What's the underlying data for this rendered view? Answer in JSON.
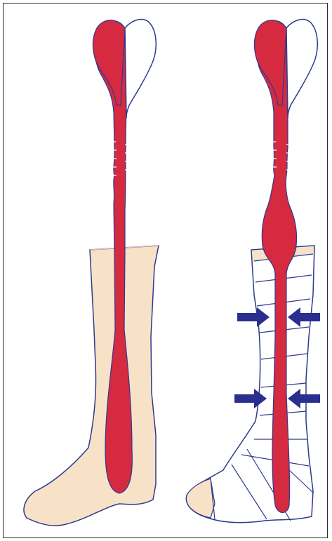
{
  "colors": {
    "skin": "#f7e2c8",
    "vein": "#d62a40",
    "outline": "#2e3a8c",
    "arrow": "#2a2f8f",
    "frame": "#2b2b2b",
    "background": "#ffffff"
  },
  "panels": [
    {
      "id": "leg-without-compression",
      "bandage": false,
      "compression_arrows": 0
    },
    {
      "id": "leg-with-compression-bandage",
      "bandage": true,
      "compression_arrows": 4
    }
  ]
}
